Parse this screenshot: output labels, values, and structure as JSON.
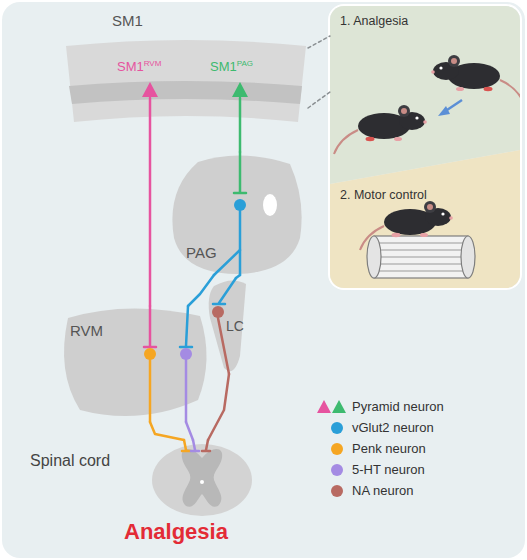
{
  "diagram": {
    "nodes": [
      {
        "text": [
          "SM1"
        ]
      },
      {
        "text": [
          "SM1",
          "RVM"
        ],
        "in": 0
      },
      {
        "text": [
          "SM1",
          "PAG"
        ],
        "in": 0
      },
      {
        "text": [
          "PAG"
        ]
      },
      {
        "text": [
          "RVM"
        ]
      },
      {
        "text": [
          "LC"
        ]
      },
      {
        "text": [
          "Spinal cord"
        ]
      },
      {
        "text": [
          "1. Analgesia",
          "2. Motor control"
        ]
      }
    ],
    "edges": [
      {
        "from": 1,
        "to": 4,
        "arrow": "none"
      },
      {
        "from": 2,
        "to": 3,
        "arrow": "none"
      },
      {
        "from": 3,
        "to": 4,
        "arrow": "none"
      },
      {
        "from": 3,
        "to": 5,
        "arrow": "none"
      },
      {
        "from": 4,
        "to": 6,
        "arrow": "none"
      },
      {
        "from": 4,
        "to": 6,
        "arrow": "none"
      },
      {
        "from": 5,
        "to": 6,
        "arrow": "none"
      },
      {
        "from": 0,
        "to": 7,
        "arrow": "none"
      },
      {
        "from": 0,
        "to": 7,
        "arrow": "none"
      }
    ],
    "labels": [
      "Analgesia"
    ],
    "legend": [
      {
        "text": "Pyramid neuron"
      },
      {
        "text": "vGlut2 neuron",
        "color": "#2a9fd8"
      },
      {
        "text": "Penk neuron",
        "color": "#f5a623"
      },
      {
        "text": "5-HT neuron",
        "color": "#a48be3"
      },
      {
        "text": "NA neuron",
        "color": "#b86a62"
      }
    ]
  }
}
